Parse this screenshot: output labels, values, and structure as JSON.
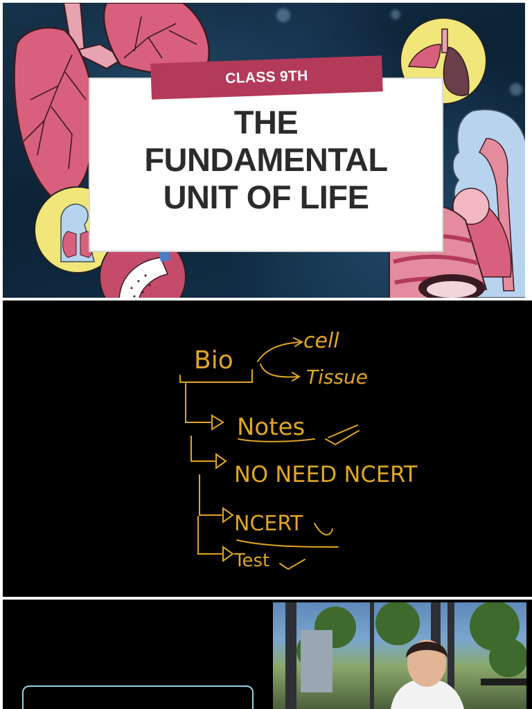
{
  "slide1": {
    "badge": "CLASS 9TH",
    "title_lines": [
      "THE",
      "FUNDAMENTAL",
      "UNIT OF LIFE"
    ],
    "colors": {
      "badge": "#b43a59",
      "title": "#2b2b2b",
      "lung": "#d9607c",
      "circle": "#f1e67a"
    },
    "icons": [
      "lungs-illustration",
      "lungs-circle-icon",
      "respiratory-system-circle-icon",
      "alveolus-circle-icon",
      "trachea-illustration",
      "head-respiratory-illustration"
    ]
  },
  "slide2": {
    "ink_color": "#e1a623",
    "notes": {
      "root": "Bio",
      "branch_cell": "cell",
      "branch_tissue": "Tissue",
      "item_notes": "Notes",
      "item_no_need": "NO NEED NCERT",
      "item_ncert": "NCERT",
      "item_test": "Test"
    }
  },
  "slide3": {
    "border_color": "#8fd3e6",
    "camera_feed": "presenter-video"
  }
}
